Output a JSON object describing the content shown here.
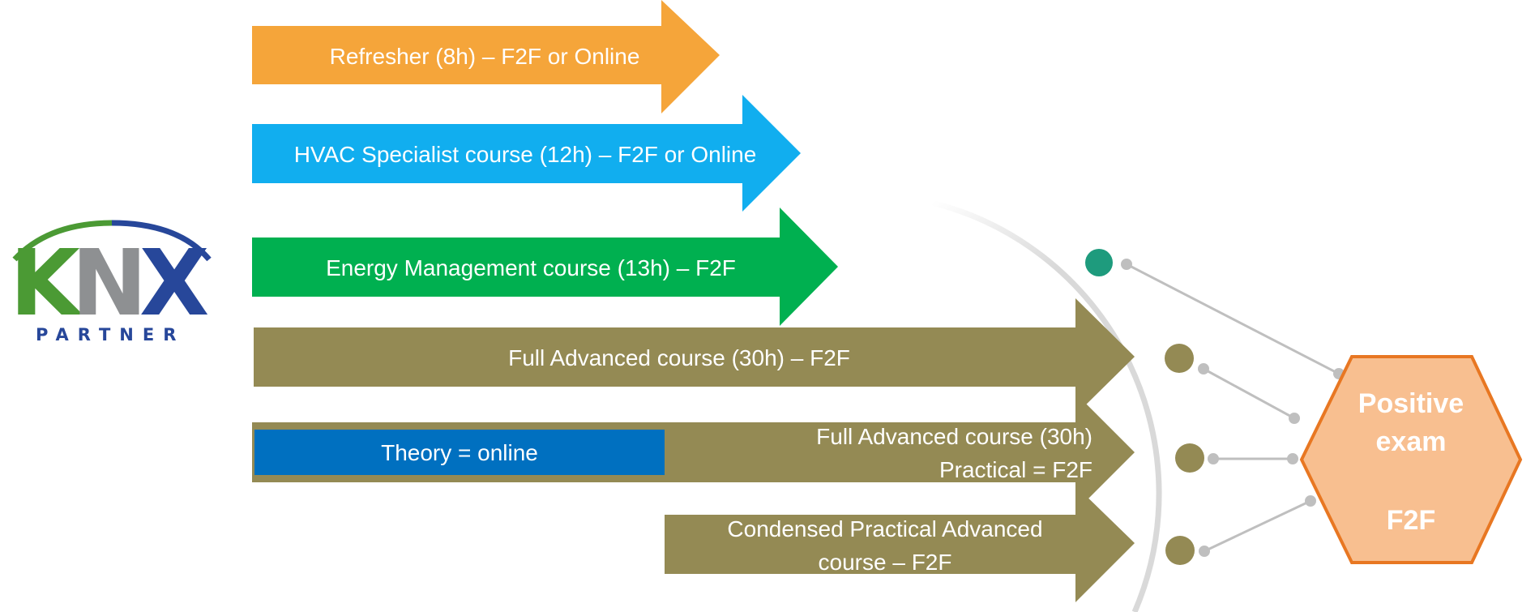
{
  "logo": {
    "letter_k": "K",
    "letter_n": "N",
    "letter_x": "X",
    "subtitle": "PARTNER",
    "colors": {
      "green": "#4b9a34",
      "gray": "#8e9092",
      "blue": "#27479a"
    }
  },
  "courses": [
    {
      "id": "refresher",
      "lines": [
        "Refresher (8h) – F2F or Online"
      ],
      "color": "#f5a53a"
    },
    {
      "id": "hvac",
      "lines": [
        "HVAC Specialist course (12h) – F2F or Online"
      ],
      "color": "#11aeef"
    },
    {
      "id": "energy",
      "lines": [
        "Energy Management course (13h) – F2F"
      ],
      "color": "#00b050"
    },
    {
      "id": "full-advanced",
      "lines": [
        "Full Advanced course (30h) – F2F"
      ],
      "color": "#948a54"
    },
    {
      "id": "blended-advanced",
      "lines": [
        "Full Advanced course (30h)",
        "Practical = F2F"
      ],
      "inner_label": "Theory = online",
      "color": "#948a54",
      "inner_color": "#0070c0"
    },
    {
      "id": "condensed-practical",
      "lines": [
        "Condensed Practical Advanced",
        "course – F2F"
      ],
      "color": "#948a54"
    }
  ],
  "connector": {
    "arc_color": "#d9d9d9",
    "line_color": "#bfbfbf",
    "dot_teal": "#1e9b7d",
    "dot_olive": "#948a54"
  },
  "result": {
    "title_line1": "Positive",
    "title_line2": "exam",
    "mode": "F2F",
    "fill": "#f8bf90",
    "stroke": "#e87722"
  }
}
